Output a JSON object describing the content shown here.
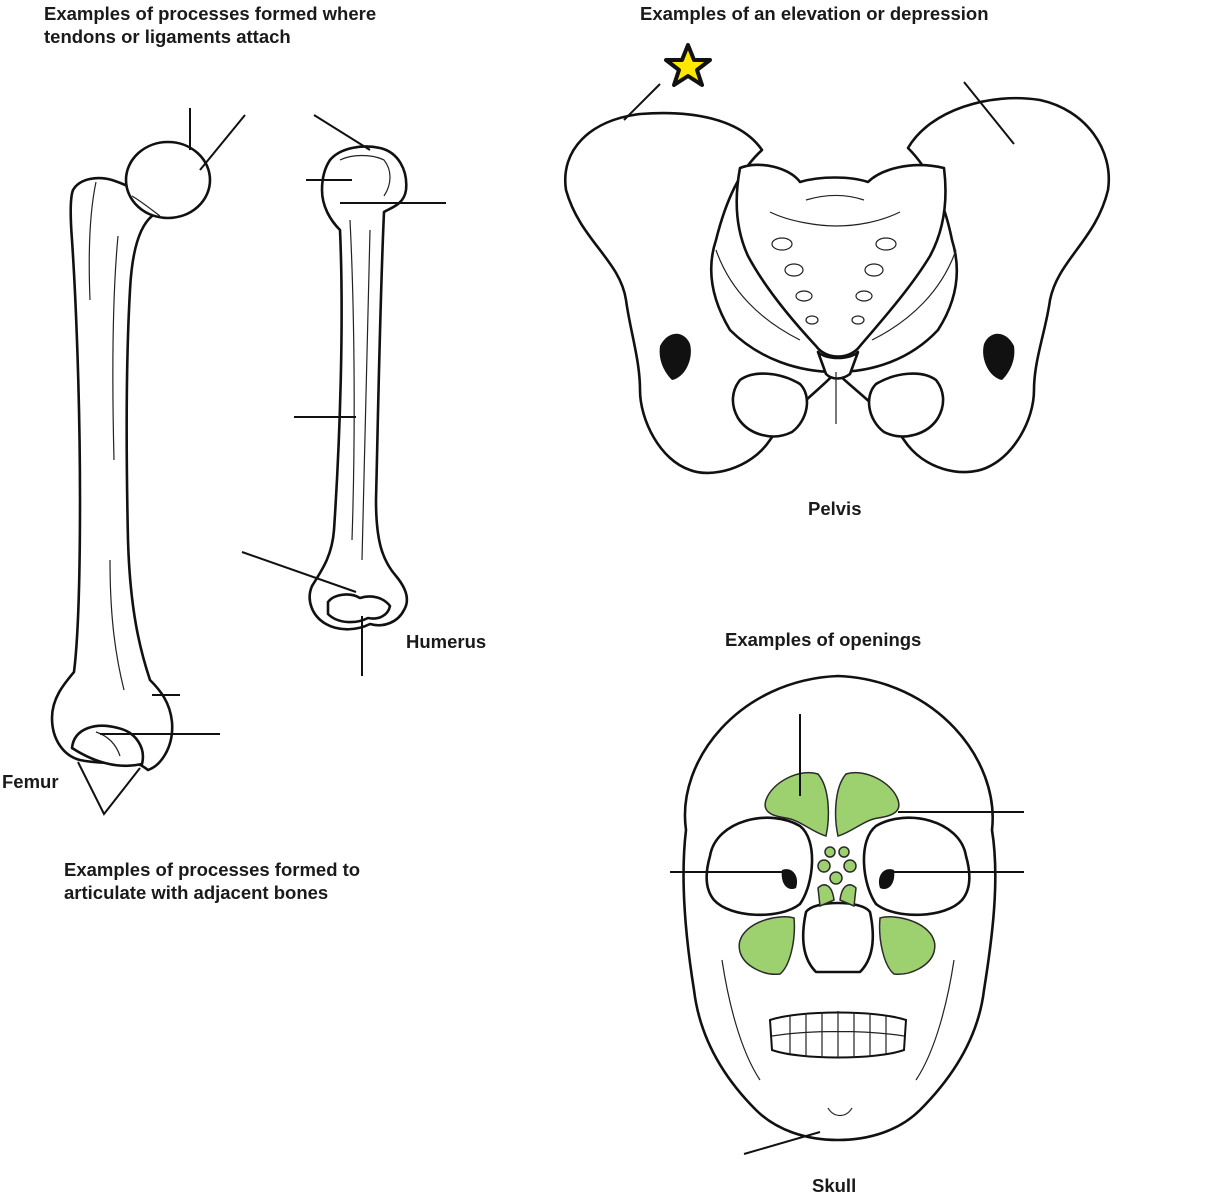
{
  "headings": {
    "processes_attach": "Examples of processes formed where\ntendons or ligaments attach",
    "elevation_depression": "Examples of an elevation or depression",
    "processes_articulate": "Examples of processes formed to\narticulate with adjacent bones",
    "openings": "Examples of openings"
  },
  "bones": {
    "femur": "Femur",
    "humerus": "Humerus",
    "pelvis": "Pelvis",
    "skull": "Skull"
  },
  "colors": {
    "sinus_fill": "#9dd170",
    "star_fill": "#ffe800",
    "outline": "#111111"
  },
  "icons": {
    "marker": "star-icon"
  }
}
